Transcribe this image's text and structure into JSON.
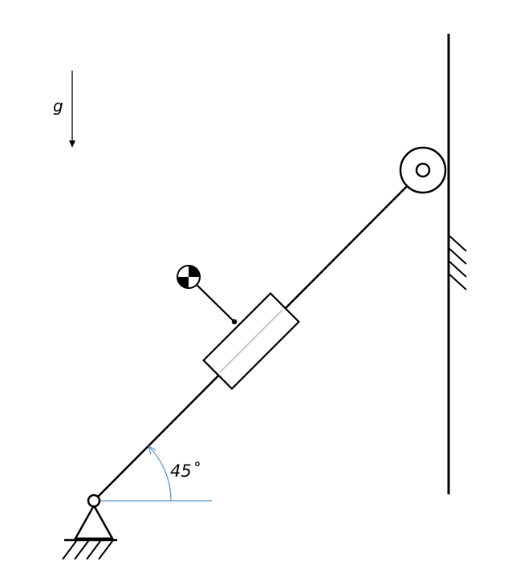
{
  "gravity": {
    "label": "g"
  },
  "angle": {
    "label": "45˚",
    "value_deg": 45,
    "arc_color": "#5b8fc7"
  },
  "colors": {
    "stroke": "#000000",
    "slot": "#c8c8c8",
    "fill": "#ffffff"
  },
  "icons": {
    "mass": "center-of-mass-icon",
    "pivot": "pin-support-icon",
    "pulley": "pulley-icon",
    "wall": "fixed-wall-icon"
  }
}
